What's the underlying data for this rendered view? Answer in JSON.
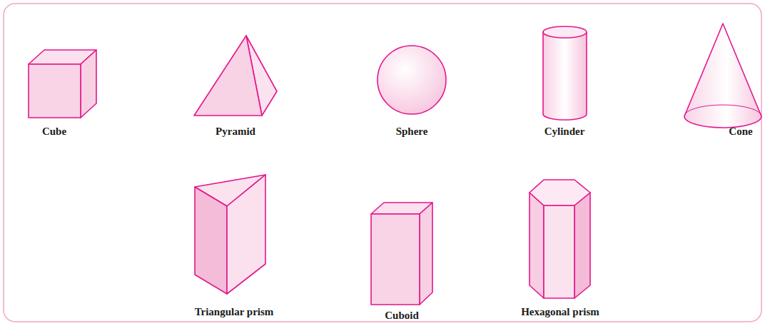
{
  "diagram": {
    "labels": [
      "Cube",
      "Pyramid",
      "Sphere",
      "Cylinder",
      "Cone",
      "Triangular prism",
      "Cuboid",
      "Hexagonal prism"
    ]
  }
}
